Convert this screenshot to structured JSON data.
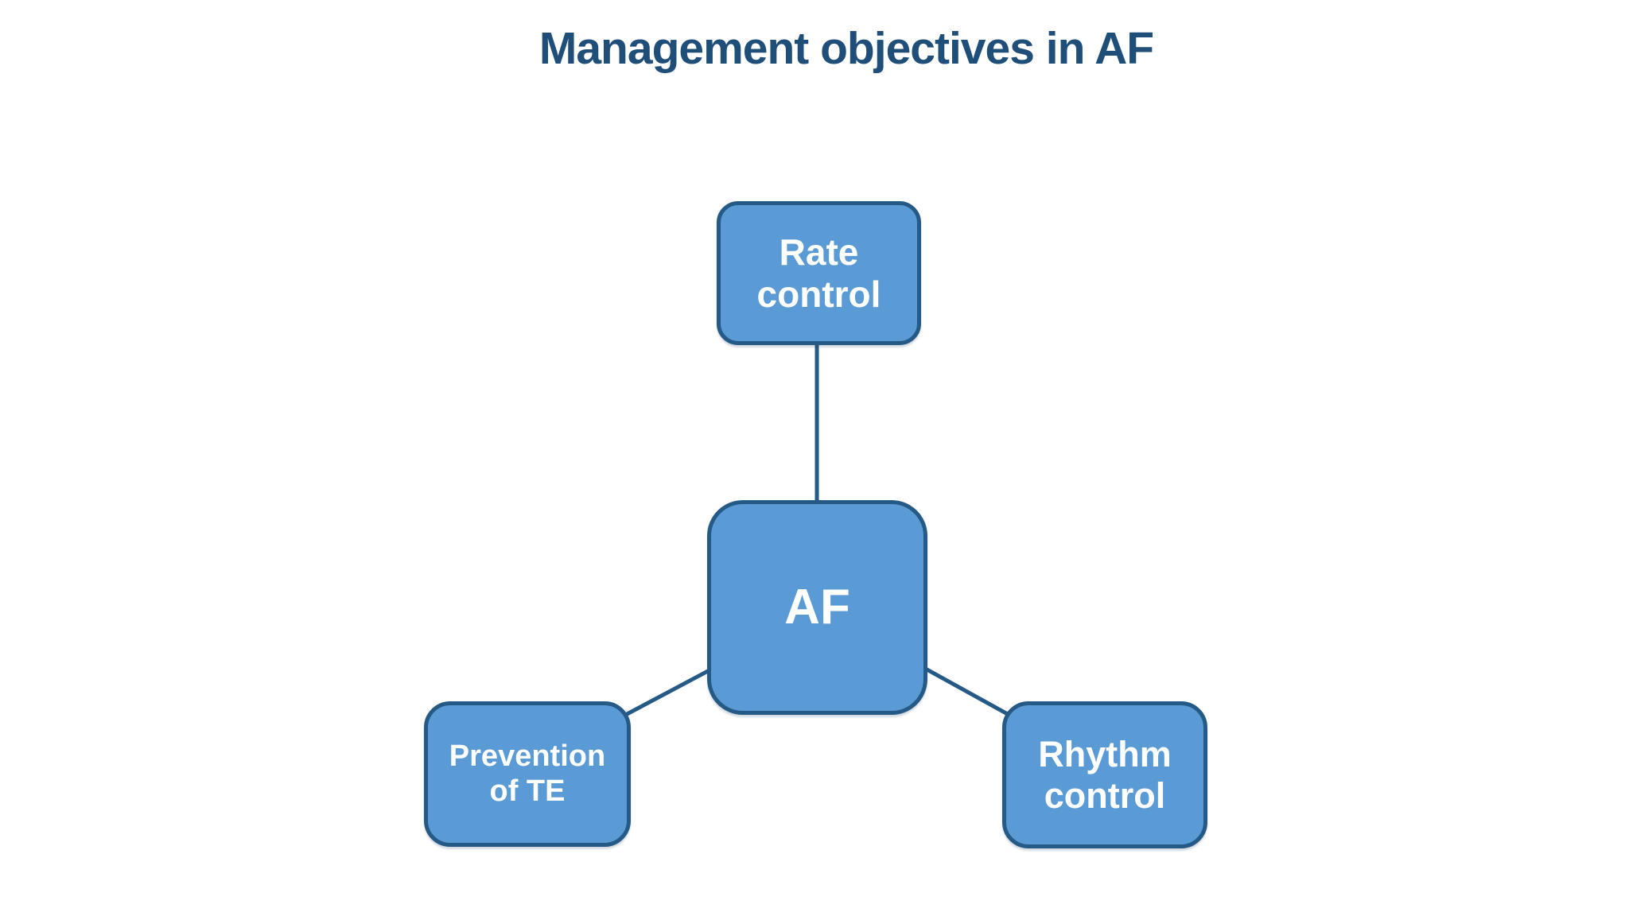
{
  "title": "Management objectives in AF",
  "colors": {
    "background": "#FFFFFF",
    "title": "#1F4E79",
    "node_fill": "#5B9BD5",
    "node_border": "#255A86",
    "connector": "#255A86",
    "node_text": "#FFFFFF"
  },
  "nodes": {
    "center": {
      "label": "AF"
    },
    "top": {
      "label": "Rate control"
    },
    "bottom_left": {
      "label": "Prevention of TE"
    },
    "bottom_right": {
      "label": "Rhythm control"
    }
  },
  "connectors": [
    {
      "from": "center",
      "to": "top"
    },
    {
      "from": "center",
      "to": "bottom_left"
    },
    {
      "from": "center",
      "to": "bottom_right"
    }
  ]
}
